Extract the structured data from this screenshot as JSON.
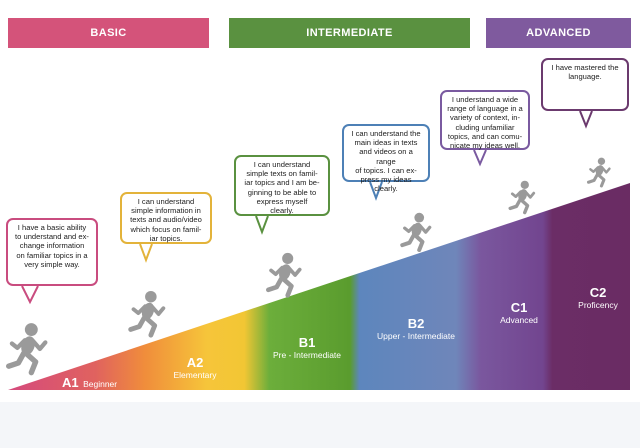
{
  "headers": {
    "basic": "BASIC",
    "intermediate": "INTERMEDIATE",
    "advanced": "ADVANCED"
  },
  "levels": [
    {
      "code": "A1",
      "name": "Beginner"
    },
    {
      "code": "A2",
      "name": "Elementary"
    },
    {
      "code": "B1",
      "name": "Pre - Intermediate"
    },
    {
      "code": "B2",
      "name": "Upper - Intermediate"
    },
    {
      "code": "C1",
      "name": "Advanced"
    },
    {
      "code": "C2",
      "name": "Proficency"
    }
  ],
  "bubbles": [
    {
      "lines": [
        "I have a basic ability",
        "to understand and ex-",
        "change information",
        "on familiar topics in a",
        "very simple way."
      ]
    },
    {
      "lines": [
        "I can understand",
        "simple information in",
        "texts and audio/video",
        "which focus on famil-",
        "iar topics."
      ]
    },
    {
      "lines": [
        "I can understand",
        "simple texts on famil-",
        "iar topics and I am be-",
        "ginning to be able to",
        "express myself",
        "clearly."
      ]
    },
    {
      "lines": [
        "I can understand the",
        "main ideas in texts",
        "and videos on a range",
        "of topics. I can ex-",
        "press my ideas",
        "clearly."
      ]
    },
    {
      "lines": [
        "I understand a wide",
        "range of language in a",
        "variety of context, in-",
        "cluding unfamiliar",
        "topics, and can comu-",
        "nicate my ideas well."
      ]
    },
    {
      "lines": [
        "I have mastered the",
        "language."
      ]
    }
  ],
  "colors": {
    "basic": "#d4537a",
    "intermediate": "#5a9140",
    "advanced": "#7f5a9e",
    "runner": "#9a9a9a"
  }
}
